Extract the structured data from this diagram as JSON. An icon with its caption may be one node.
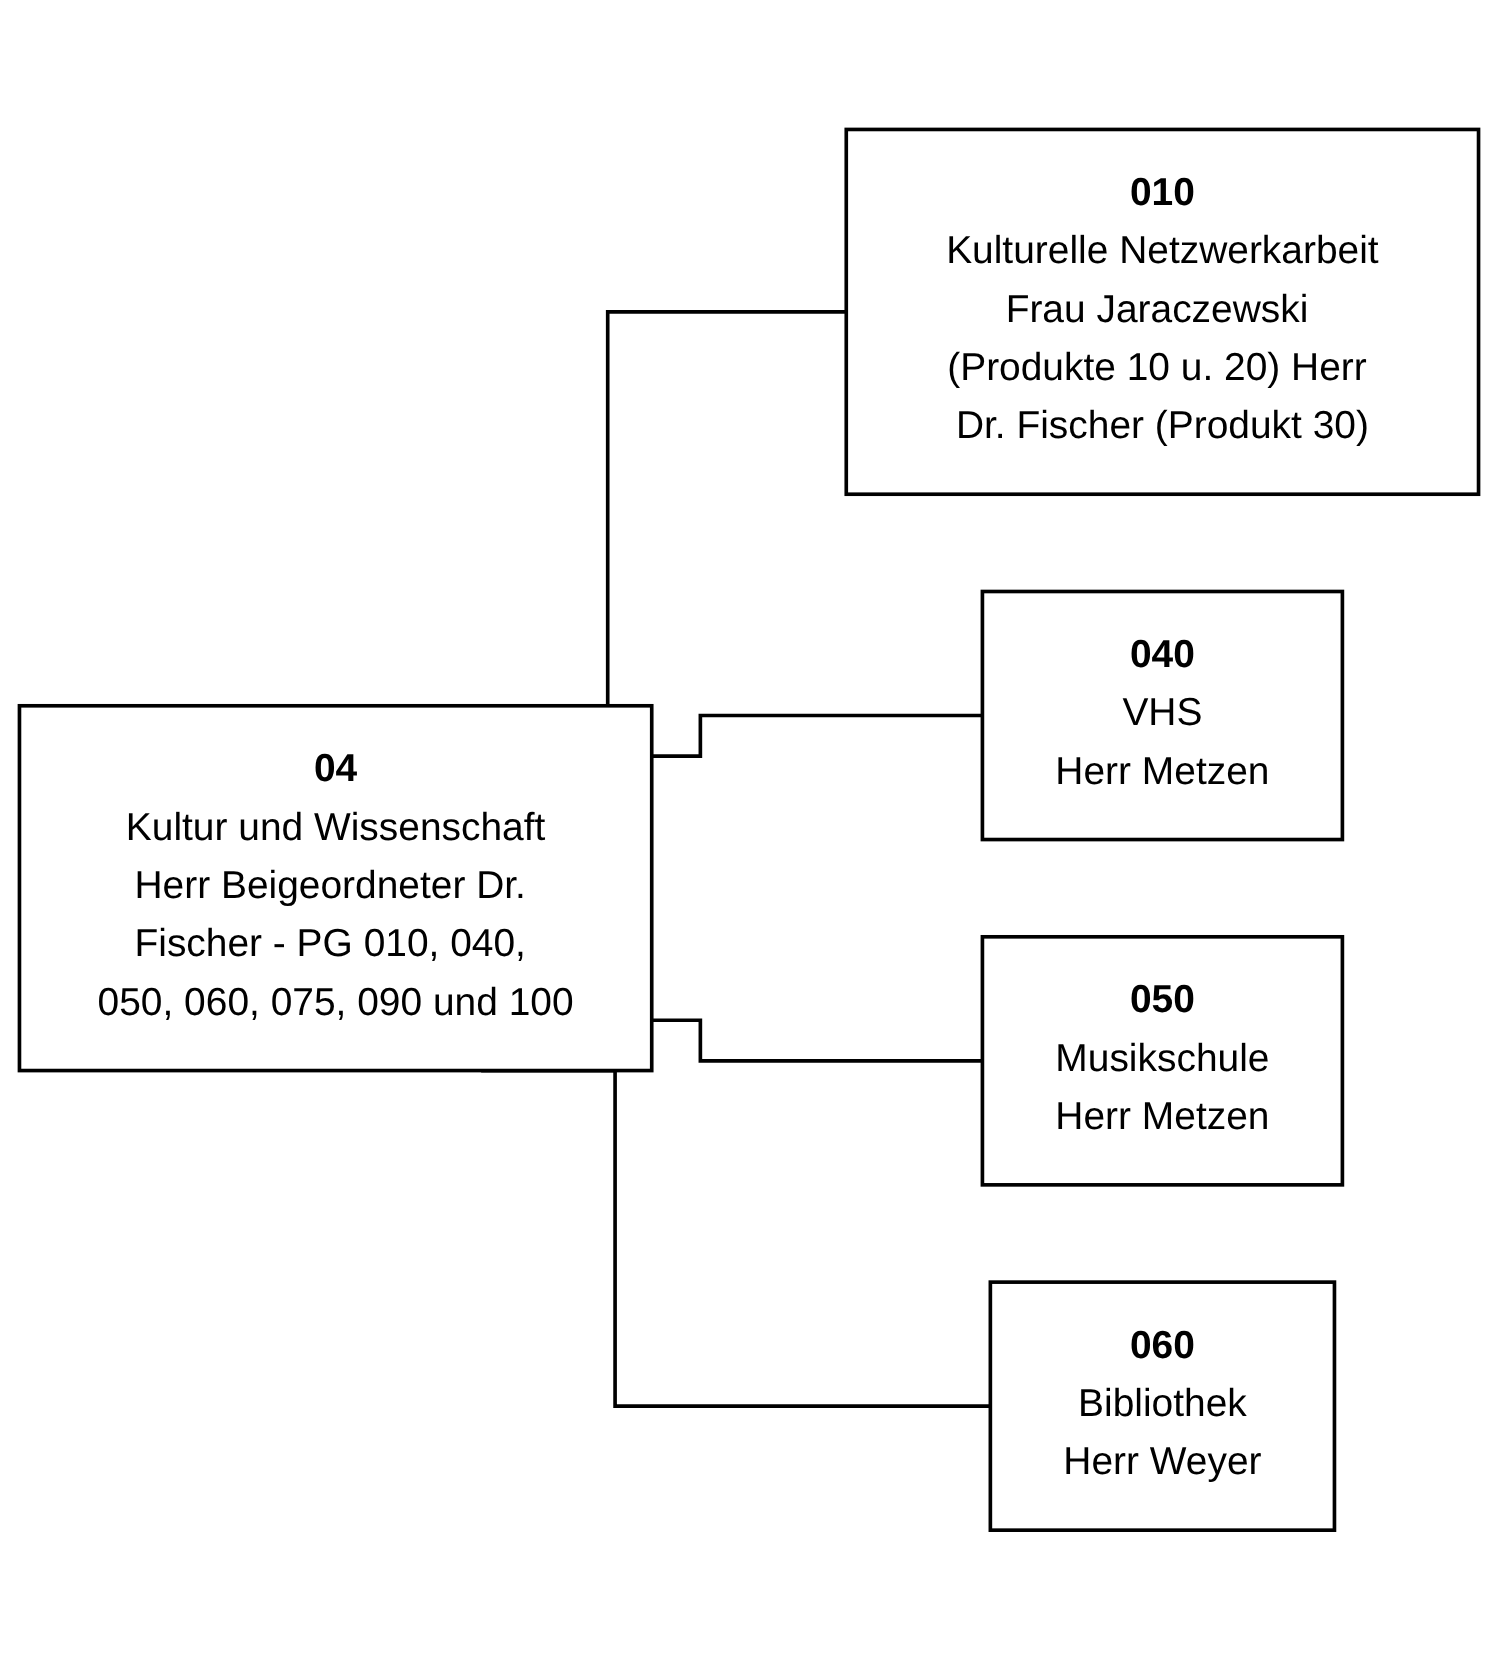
{
  "diagram": {
    "nodes": [
      {
        "text": [
          "04",
          "Kultur und Wissenschaft",
          "Herr Beigeordneter Dr. Fischer - PG 010, 040, 050, 060, 075, 090 und 100"
        ]
      },
      {
        "text": [
          "010",
          "Kulturelle Netzwerkarbeit",
          "Frau Jaraczewski (Produkte 10 u. 20) Herr Dr. Fischer (Produkt 30)"
        ]
      },
      {
        "text": [
          "040",
          "VHS",
          "Herr Metzen"
        ]
      },
      {
        "text": [
          "050",
          "Musikschule",
          "Herr Metzen"
        ]
      },
      {
        "text": [
          "060",
          "Bibliothek",
          "Herr Weyer"
        ]
      }
    ],
    "edges": [
      {
        "from": 0,
        "to": 1,
        "arrow": "none"
      },
      {
        "from": 0,
        "to": 2,
        "arrow": "none"
      },
      {
        "from": 0,
        "to": 3,
        "arrow": "none"
      },
      {
        "from": 0,
        "to": 4,
        "arrow": "none"
      }
    ]
  }
}
